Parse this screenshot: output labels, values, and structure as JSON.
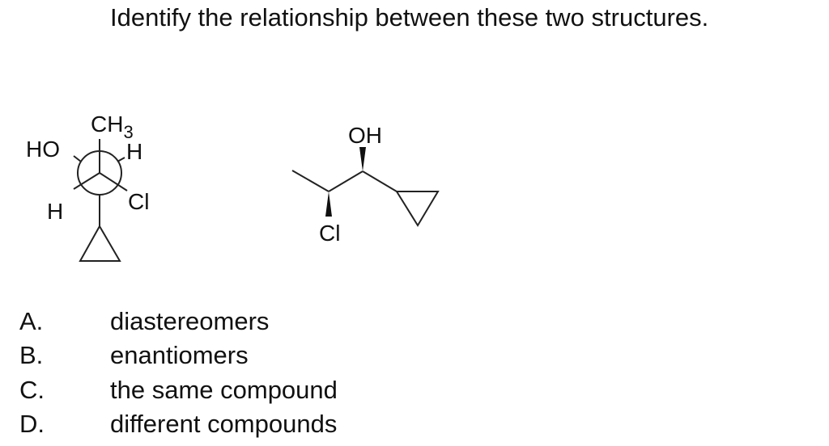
{
  "question": "Identify the relationship between these two structures.",
  "structures": {
    "newman": {
      "front_substituents": {
        "up": "CH3",
        "lower_left": "H",
        "lower_right": "Cl"
      },
      "back_substituents": {
        "upper_left": "HO",
        "upper_right": "H",
        "down": "cyclopropyl"
      },
      "labels": {
        "ch3": "CH",
        "ch3_sub": "3",
        "ho": "HO",
        "h_right": "H",
        "h_left": "H",
        "cl": "Cl"
      }
    },
    "skeletal": {
      "labels": {
        "oh": "OH",
        "cl": "Cl"
      }
    }
  },
  "options": [
    {
      "letter": "A.",
      "text": "diastereomers"
    },
    {
      "letter": "B.",
      "text": "enantiomers"
    },
    {
      "letter": "C.",
      "text": "the same compound"
    },
    {
      "letter": "D.",
      "text": "different compounds"
    }
  ]
}
